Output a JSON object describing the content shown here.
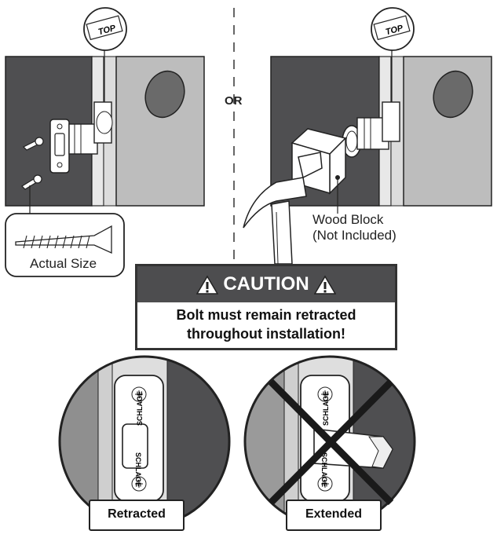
{
  "top_tag": "TOP",
  "or_label": "OR",
  "actual_size_label": "Actual Size",
  "wood_block": {
    "line1": "Wood Block",
    "line2": "(Not Included)"
  },
  "caution": {
    "title": "CAUTION",
    "line1": "Bolt must remain retracted",
    "line2": "throughout installation!"
  },
  "brand": "SCHLAGE",
  "retracted_label": "Retracted",
  "extended_label": "Extended",
  "colors": {
    "door_dark": "#4f4f51",
    "door_light": "#bdbdbd",
    "strip": "#e8e8e8",
    "hole": "#6a6a6a"
  }
}
